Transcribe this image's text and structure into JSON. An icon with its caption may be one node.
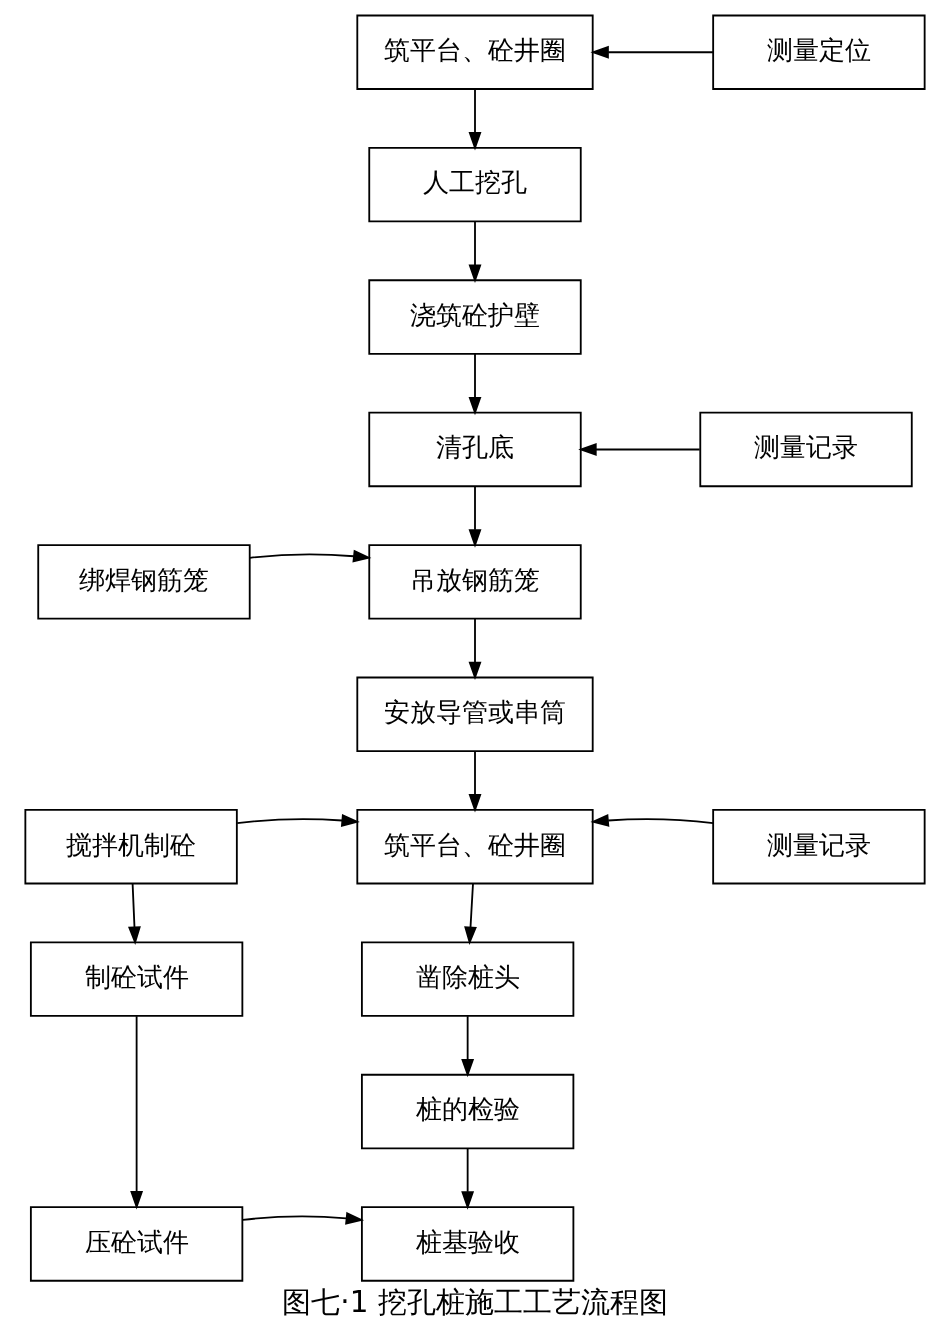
{
  "diagram": {
    "caption": "图七·1 挖孔桩施工工艺流程图",
    "nodes": [
      {
        "text": [
          "筑平台、砼井圈"
        ]
      },
      {
        "text": [
          "测量定位"
        ]
      },
      {
        "text": [
          "人工挖孔"
        ]
      },
      {
        "text": [
          "浇筑砼护壁"
        ]
      },
      {
        "text": [
          "清孔底"
        ]
      },
      {
        "text": [
          "测量记录"
        ]
      },
      {
        "text": [
          "绑焊钢筋笼"
        ]
      },
      {
        "text": [
          "吊放钢筋笼"
        ]
      },
      {
        "text": [
          "安放导管或串筒"
        ]
      },
      {
        "text": [
          "搅拌机制砼"
        ]
      },
      {
        "text": [
          "筑平台、砼井圈"
        ]
      },
      {
        "text": [
          "测量记录"
        ]
      },
      {
        "text": [
          "制砼试件"
        ]
      },
      {
        "text": [
          "凿除桩头"
        ]
      },
      {
        "text": [
          "桩的检验"
        ]
      },
      {
        "text": [
          "压砼试件"
        ]
      },
      {
        "text": [
          "桩基验收"
        ]
      }
    ],
    "edges": [
      {
        "from": 1,
        "to": 0,
        "arrow": "to"
      },
      {
        "from": 0,
        "to": 2,
        "arrow": "to"
      },
      {
        "from": 2,
        "to": 3,
        "arrow": "to"
      },
      {
        "from": 3,
        "to": 4,
        "arrow": "to"
      },
      {
        "from": 5,
        "to": 4,
        "arrow": "to"
      },
      {
        "from": 4,
        "to": 7,
        "arrow": "to"
      },
      {
        "from": 6,
        "to": 7,
        "arrow": "to"
      },
      {
        "from": 7,
        "to": 8,
        "arrow": "to"
      },
      {
        "from": 8,
        "to": 10,
        "arrow": "to"
      },
      {
        "from": 9,
        "to": 10,
        "arrow": "to"
      },
      {
        "from": 11,
        "to": 10,
        "arrow": "to"
      },
      {
        "from": 9,
        "to": 12,
        "arrow": "to"
      },
      {
        "from": 10,
        "to": 13,
        "arrow": "to"
      },
      {
        "from": 13,
        "to": 14,
        "arrow": "to"
      },
      {
        "from": 12,
        "to": 15,
        "arrow": "to"
      },
      {
        "from": 14,
        "to": 16,
        "arrow": "to"
      },
      {
        "from": 15,
        "to": 16,
        "arrow": "to"
      }
    ]
  }
}
